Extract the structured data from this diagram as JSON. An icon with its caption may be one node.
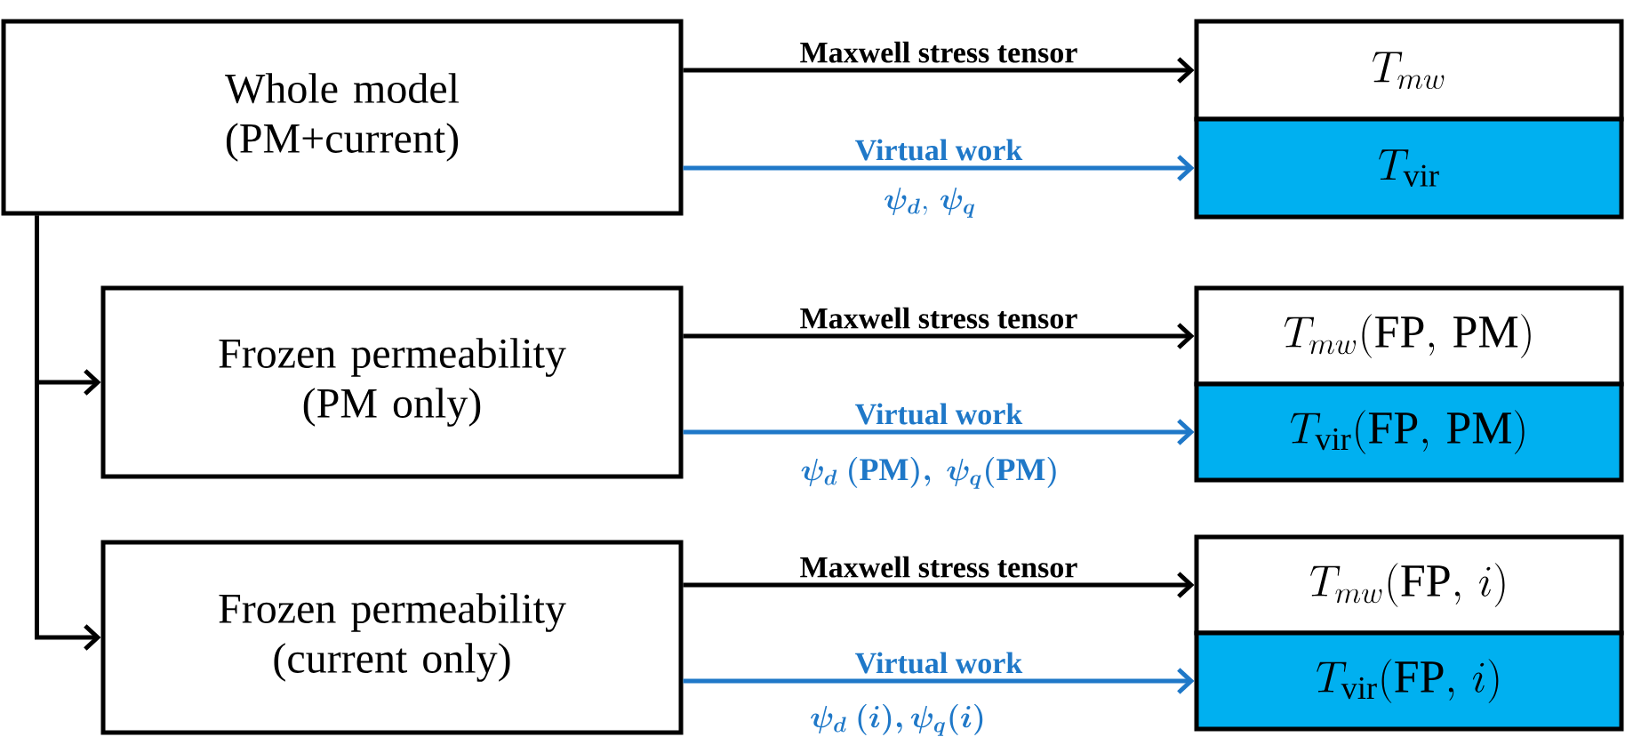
{
  "diagram": {
    "nodes": [
      {
        "text": [
          "Whole model (PM+current)"
        ]
      },
      {
        "text": [
          "T_{mw}"
        ]
      },
      {
        "text": [
          "T_{\\mathrm{vir}}"
        ]
      },
      {
        "text": [
          "Frozen permeability (PM only)"
        ]
      },
      {
        "text": [
          "T_{mw}(\\mathrm{FP},\\,\\mathrm{PM})"
        ]
      },
      {
        "text": [
          "T_{\\mathrm{vir}}(\\mathrm{FP},\\,\\mathrm{PM})"
        ]
      },
      {
        "text": [
          "Frozen permeability (current only)"
        ]
      },
      {
        "text": [
          "T_{mw}(\\mathrm{FP},\\,i)"
        ]
      },
      {
        "text": [
          "T_{\\mathrm{vir}}(\\mathrm{FP},\\,i)"
        ]
      }
    ],
    "edges": [
      {
        "from": 0,
        "to": 1,
        "arrow": "to",
        "label": "Maxwell stress tensor"
      },
      {
        "from": 0,
        "to": 2,
        "arrow": "to",
        "label": "Virtual work",
        "color": "#1f78c8"
      },
      {
        "from": 0,
        "to": 3,
        "arrow": "to"
      },
      {
        "from": 0,
        "to": 6,
        "arrow": "to"
      },
      {
        "from": 3,
        "to": 4,
        "arrow": "to",
        "label": "Maxwell stress tensor"
      },
      {
        "from": 3,
        "to": 5,
        "arrow": "to",
        "label": "Virtual work",
        "color": "#1f78c8"
      },
      {
        "from": 6,
        "to": 7,
        "arrow": "to",
        "label": "Maxwell stress tensor"
      },
      {
        "from": 6,
        "to": 8,
        "arrow": "to",
        "label": "Virtual work",
        "color": "#1f78c8"
      }
    ],
    "labels": [
      "\\boldsymbol{\\psi_d},\\,\\boldsymbol{\\psi_q}",
      "\\boldsymbol{\\psi_d\\ (\\mathrm{PM}),\\ \\psi_q(\\mathrm{PM})}",
      "\\boldsymbol{\\psi_d\\ (i),\\psi_q(i)}"
    ]
  }
}
